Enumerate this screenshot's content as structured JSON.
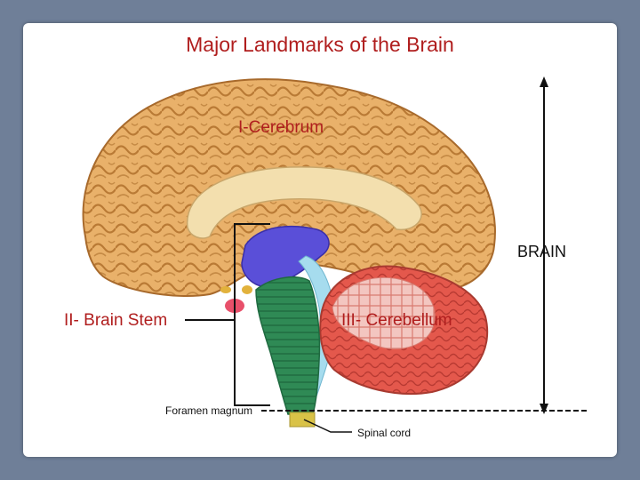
{
  "title": "Major Landmarks of the Brain",
  "labels": {
    "cerebrum": "I-Cerebrum",
    "brain_stem": "II- Brain Stem",
    "cerebellum": "III- Cerebellum",
    "brain": "BRAIN",
    "foramen_magnum": "Foramen magnum",
    "spinal_cord": "Spinal cord"
  },
  "colors": {
    "cerebrum": "#e9b16a",
    "cerebrum_shadow": "#b97a35",
    "corpus_callosum": "#f3dfae",
    "diencephalon": "#5a4fd8",
    "brain_stem": "#2f8a55",
    "ventricle": "#a6dcee",
    "cerebellum": "#e4584c",
    "spinal_cord": "#d9c247",
    "title_red": "#b01e1e"
  }
}
